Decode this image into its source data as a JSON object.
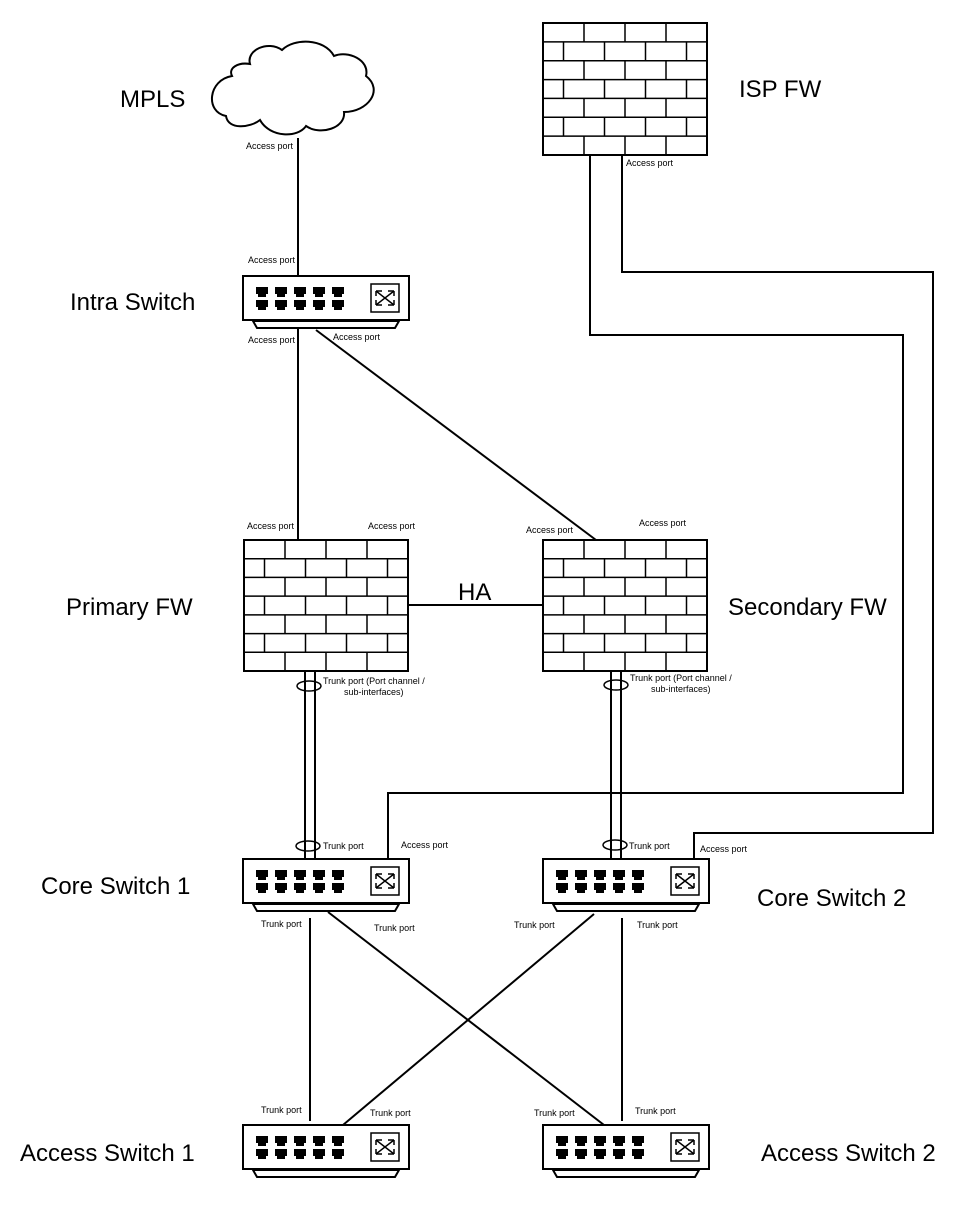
{
  "nodes": {
    "mpls": "MPLS",
    "isp_fw": "ISP FW",
    "intra_switch": "Intra Switch",
    "primary_fw": "Primary FW",
    "secondary_fw": "Secondary FW",
    "core_switch_1": "Core Switch 1",
    "core_switch_2": "Core Switch 2",
    "access_switch_1": "Access Switch 1",
    "access_switch_2": "Access Switch 2"
  },
  "links": {
    "ha": "HA"
  },
  "ports": {
    "access": "Access port",
    "trunk": "Trunk port",
    "trunk_channel_line1": "Trunk port (Port channel /",
    "trunk_channel_line2": "sub-interfaces)"
  }
}
